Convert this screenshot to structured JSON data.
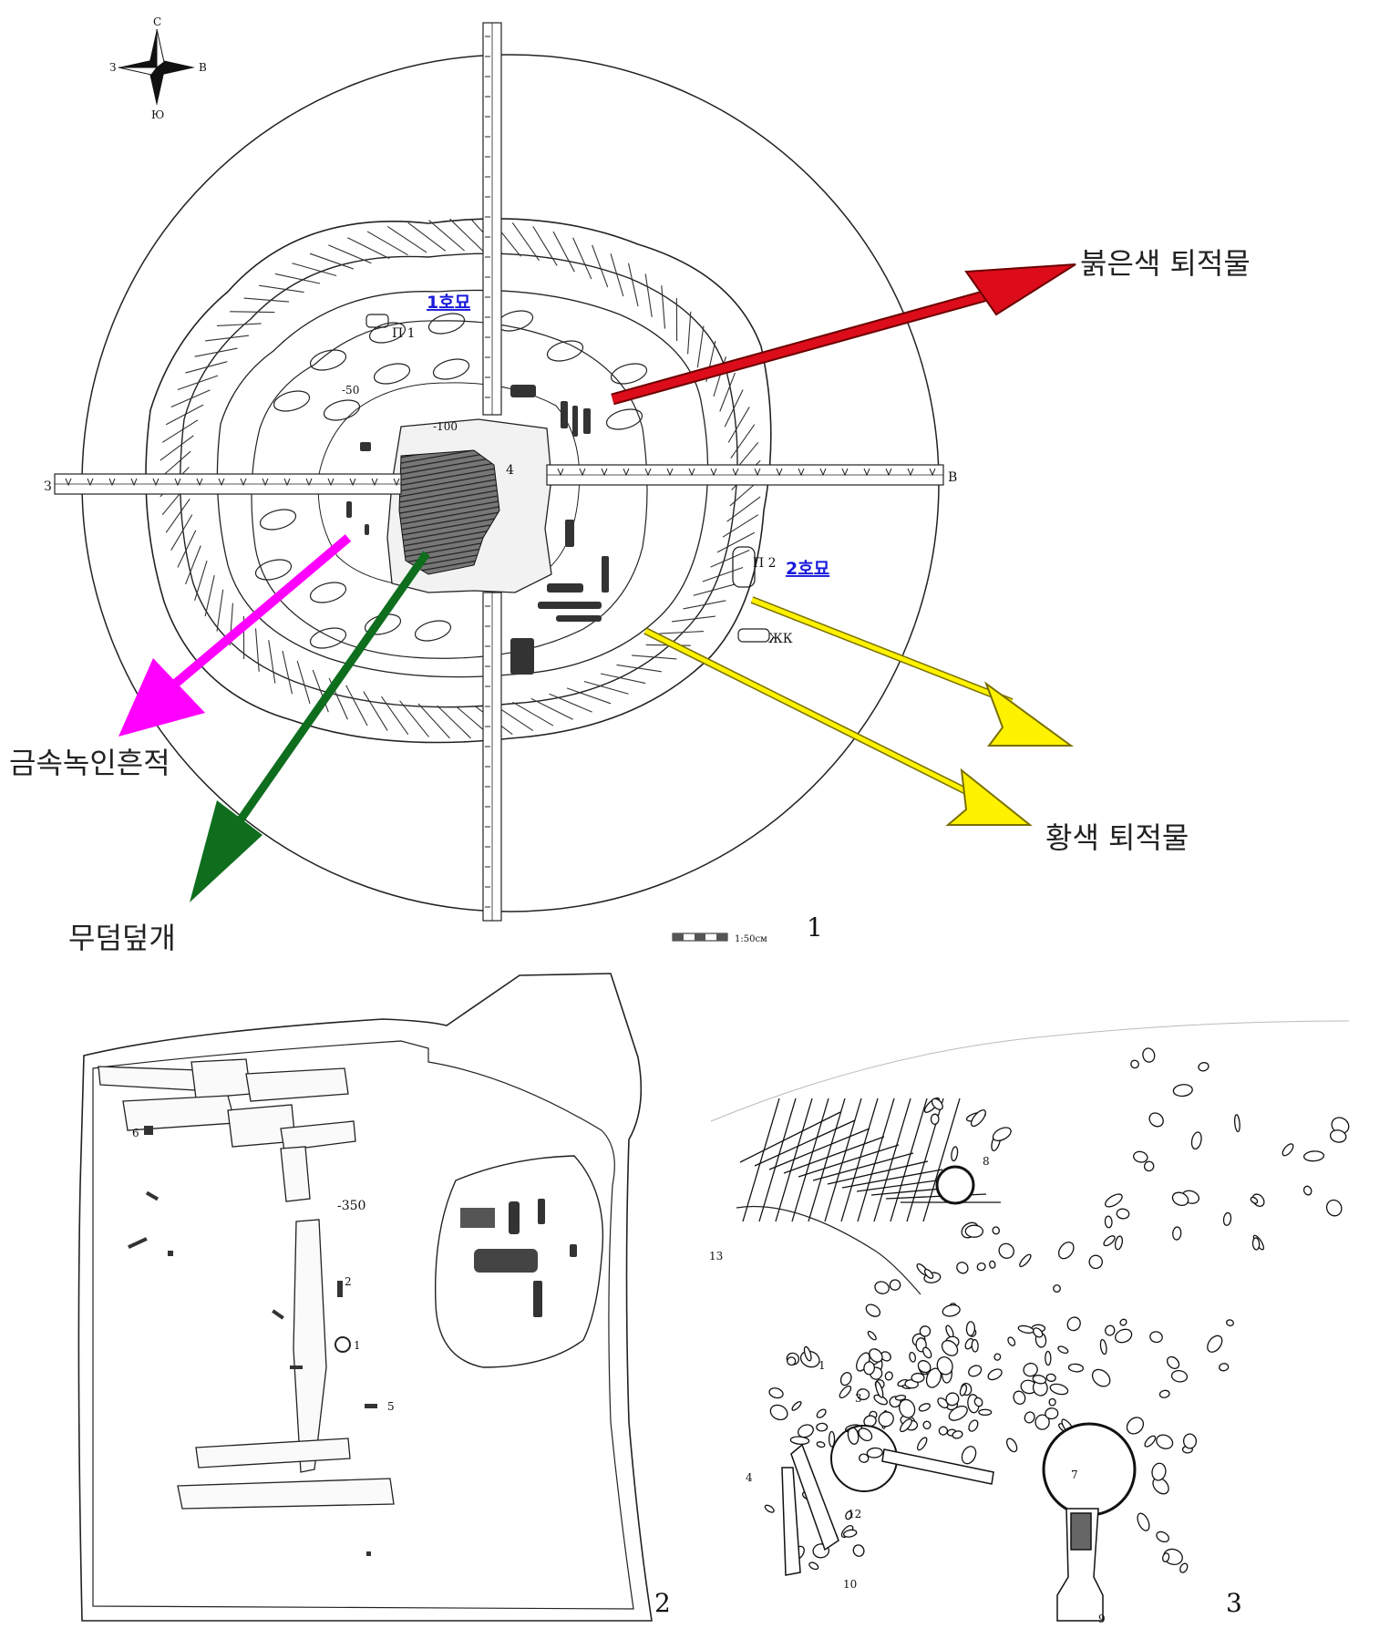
{
  "compass": {
    "north": "С",
    "south": "Ю",
    "west": "З",
    "east": "В"
  },
  "axis_labels": {
    "west": "З",
    "east": "В"
  },
  "figure1": {
    "label": "1",
    "burial1": "1호묘",
    "burial2": "2호묘",
    "burial1_code": "П 1",
    "burial2_code": "П 2",
    "feature_zk": "ЖК",
    "depth_50": "-50",
    "depth_100": "-100",
    "pit_number": "4",
    "scale_text": "1:50см",
    "annotations": {
      "red": "붉은색 퇴적물",
      "yellow": "황색 퇴적물",
      "magenta": "금속녹인흔적",
      "green": "무덤덮개"
    },
    "arrow_colors": {
      "red": "#dd0c1a",
      "yellow": "#fff200",
      "magenta": "#ff00ff",
      "green": "#0e6e1e"
    }
  },
  "figure2": {
    "label": "2",
    "depth": "-350",
    "items": [
      "1",
      "2",
      "5",
      "6"
    ]
  },
  "figure3": {
    "label": "3",
    "items": [
      "1",
      "3",
      "4",
      "7",
      "8",
      "9",
      "10",
      "12",
      "13"
    ]
  }
}
